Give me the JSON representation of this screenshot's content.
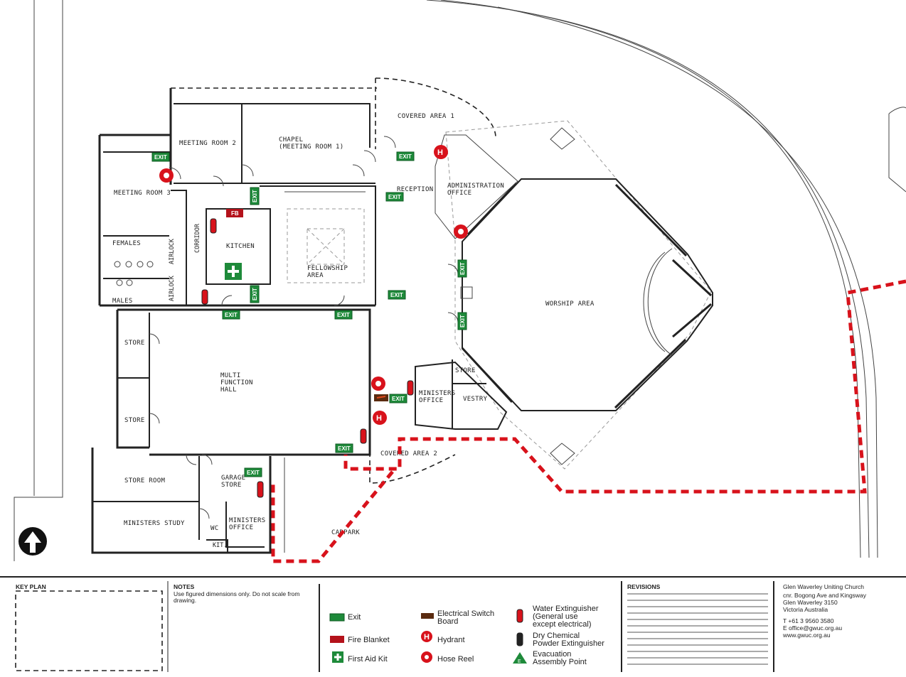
{
  "rooms": {
    "meeting_room_2": "MEETING ROOM 2",
    "chapel_1": "CHAPEL",
    "chapel_2": "(MEETING ROOM 1)",
    "covered_area_1": "COVERED AREA 1",
    "reception": "RECEPTION",
    "admin_1": "ADMINISTRATION",
    "admin_2": "OFFICE",
    "meeting_room_3": "MEETING ROOM 3",
    "females": "FEMALES",
    "males": "MALES",
    "airlock": "AIRLOCK",
    "corridor": "CORRIDOR",
    "kitchen": "KITCHEN",
    "fellowship_1": "FELLOWSHIP",
    "fellowship_2": "AREA",
    "worship_area": "WORSHIP AREA",
    "store": "STORE",
    "multi_1": "MULTI",
    "multi_2": "FUNCTION",
    "multi_3": "HALL",
    "ministers_office_1": "MINISTERS",
    "ministers_office_2": "OFFICE",
    "vestry": "VESTRY",
    "covered_area_2": "COVERED AREA 2",
    "store_room": "STORE ROOM",
    "garage_1": "GARAGE",
    "garage_2": "STORE",
    "ministers_study": "MINISTERS STUDY",
    "wc": "WC",
    "kit": "KIT.",
    "carpark": "CARPARK"
  },
  "exit_label": "EXIT",
  "hydrant_letter": "H",
  "title_block": {
    "key_plan": "KEY PLAN",
    "notes_title": "NOTES",
    "notes_1": "Use figured dimensions only.  Do not scale from",
    "notes_2": "drawing.",
    "revisions": "REVISIONS",
    "church_name": "Glen Waverley Uniting Church",
    "address_1": "cnr. Bogong Ave and Kingsway",
    "address_2": "Glen Waverley 3150",
    "address_3": "Victoria Australia",
    "phone": "T +61 3 9560 3580",
    "email": "E office@gwuc.org.au",
    "web": "www.gwuc.org.au"
  },
  "legend": {
    "exit": "Exit",
    "fire_blanket": "Fire Blanket",
    "first_aid": "First Aid Kit",
    "switchboard_1": "Electrical Switch",
    "switchboard_2": "Board",
    "hydrant": "Hydrant",
    "hose_reel": "Hose Reel",
    "water_ext_1": "Water Extinguisher",
    "water_ext_2": "(General use",
    "water_ext_3": "except electrical)",
    "dry_ext_1": "Dry Chemical",
    "dry_ext_2": "Powder Extinguisher",
    "assembly_1": "Evacuation",
    "assembly_2": "Assembly Point",
    "fire_blanket_tag": "FB",
    "first_aid_tag": "FIRST AID",
    "assembly_tag": "E"
  },
  "colors": {
    "route": "#d8121b",
    "exit_sign": "#1e8a3a",
    "equipment": "#d8121b"
  }
}
